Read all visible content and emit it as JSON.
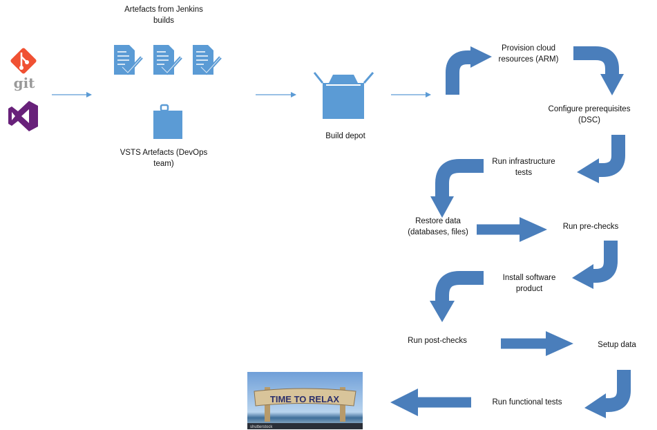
{
  "title_artefacts": [
    "Artefacts from Jenkins",
    "builds"
  ],
  "vsts": [
    "VSTS Artefacts (DevOps",
    "team)"
  ],
  "build_depot": "Build depot",
  "git_logo": "git",
  "steps": {
    "provision": [
      "Provision cloud",
      "resources (ARM)"
    ],
    "configure": [
      "Configure prerequisites",
      "(DSC)"
    ],
    "infra_tests": [
      "Run infrastructure",
      "tests"
    ],
    "restore": [
      "Restore data",
      "(databases, files)"
    ],
    "pre_checks": "Run pre-checks",
    "install": [
      "Install software",
      "product"
    ],
    "post_checks": "Run post-checks",
    "setup": "Setup data",
    "functional": "Run functional tests"
  },
  "relax_image": {
    "sign": "TIME TO RELAX",
    "watermark": "shutterstock"
  },
  "colors": {
    "arrow": "#4a7ebb",
    "icon": "#5b9bd5",
    "git": "#f05133",
    "vs": "#68217a"
  }
}
